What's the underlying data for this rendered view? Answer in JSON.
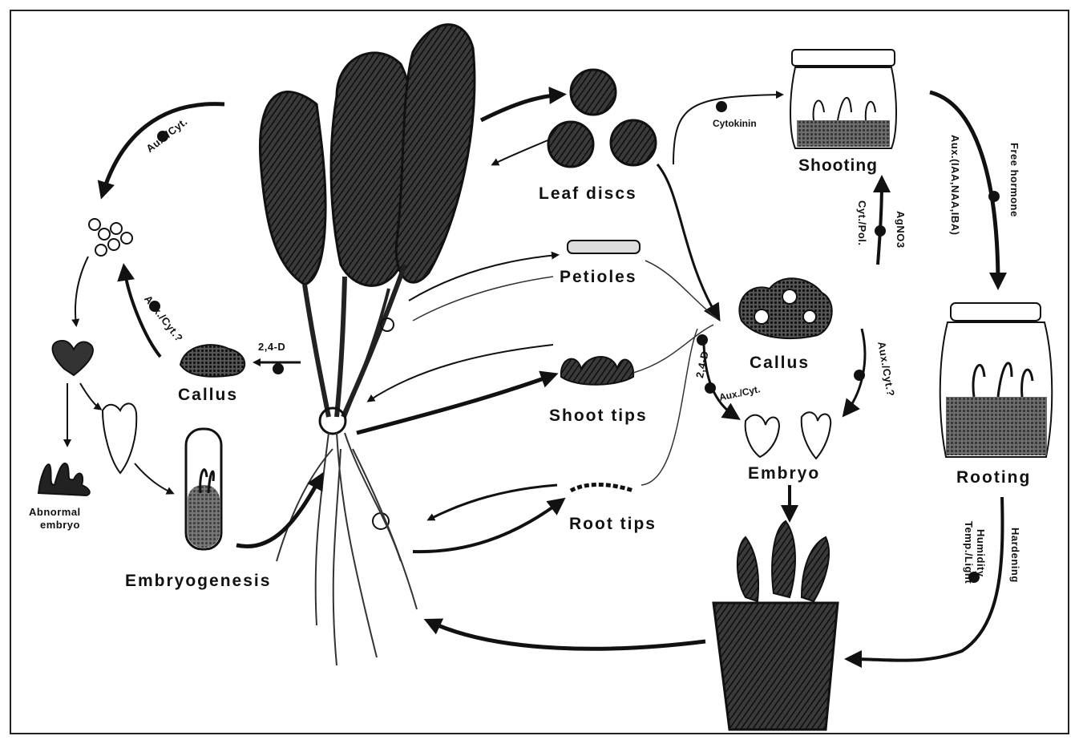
{
  "stages": {
    "leaf_discs": "Leaf discs",
    "petioles": "Petioles",
    "shoot_tips": "Shoot tips",
    "root_tips": "Root tips",
    "callus_left": "Callus",
    "callus_center": "Callus",
    "embryo": "Embryo",
    "abnormal_embryo_line1": "Abnormal",
    "abnormal_embryo_line2": "embryo",
    "embryogenesis": "Embryogenesis",
    "shooting": "Shooting",
    "rooting": "Rooting"
  },
  "treatments": {
    "aux_cyt_top": "Aux./Cyt.",
    "aux_cyt_q_left": "Aux./Cyt.?",
    "d24_left": "2,4-D",
    "d24_center": "2,4-D",
    "aux_cyt_center": "Aux./Cyt.",
    "aux_cyt_q_right": "Aux./Cyt.?",
    "cytokinin": "Cytokinin",
    "agno3": "AgNO3",
    "cyt_pol": "Cyt./Pol.",
    "free_hormone": "Free hormone",
    "aux_iaa": "Aux.(IAA,NAA,IBA)",
    "hardening": "Hardening",
    "humidity": "Humidity",
    "temp_light": "Temp./Light"
  },
  "icons": [
    "plant-icon",
    "leaf-disc-icon",
    "petiole-icon",
    "shoot-tip-icon",
    "root-tip-icon",
    "callus-icon",
    "heart-embryo-icon",
    "torpedo-embryo-icon",
    "test-tube-icon",
    "culture-jar-icon",
    "potted-plant-icon",
    "treatment-dot-icon"
  ]
}
